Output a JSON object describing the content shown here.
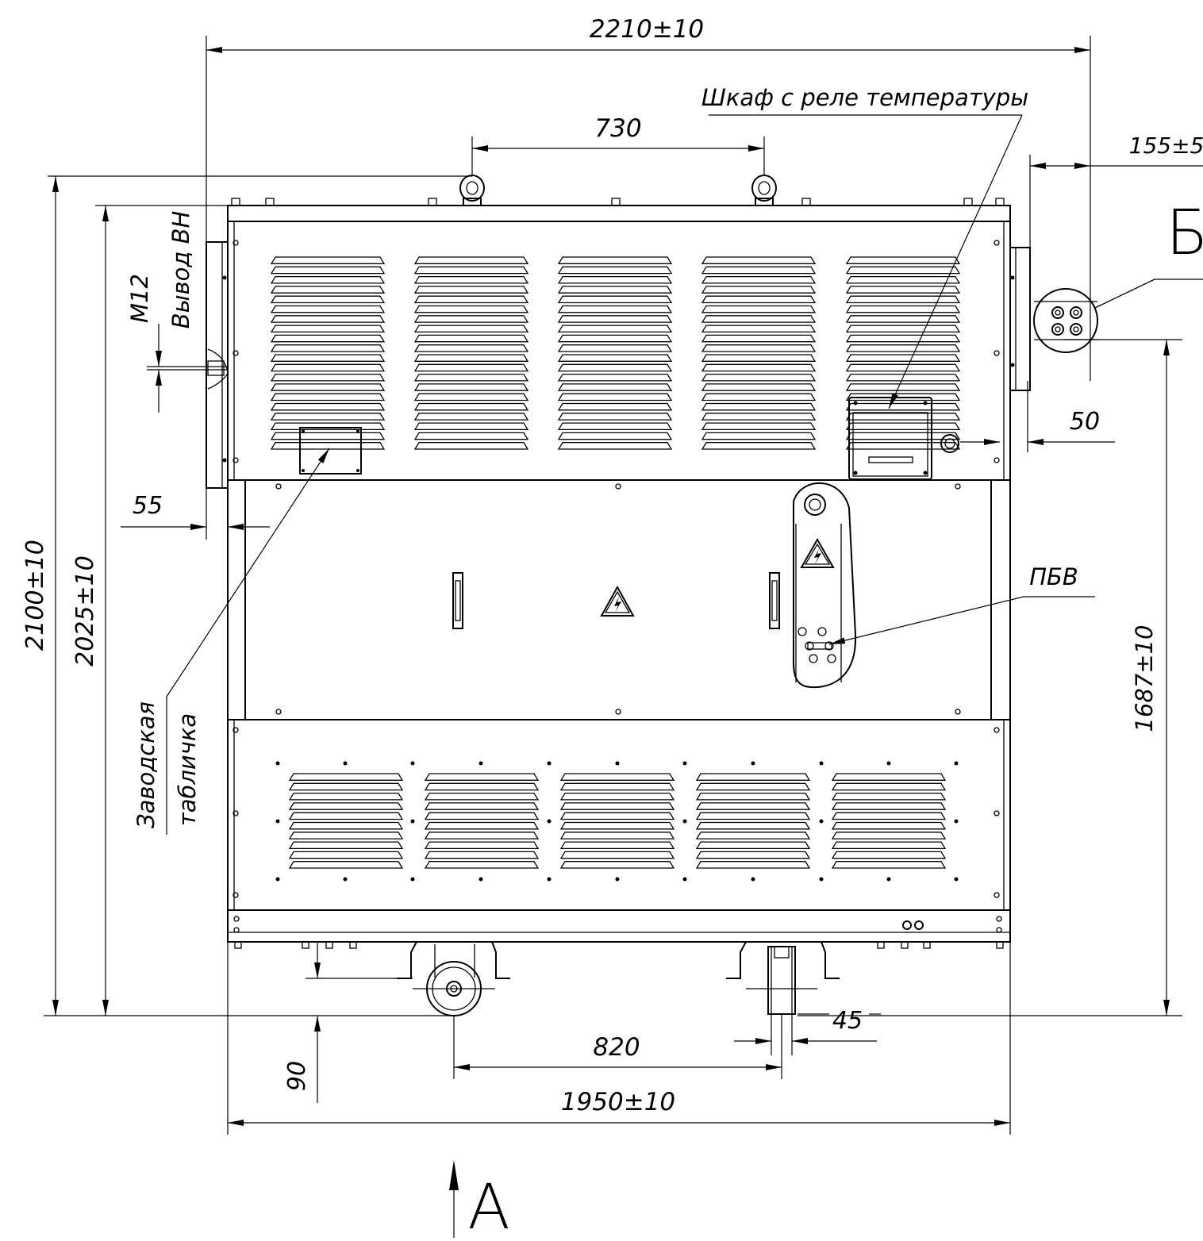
{
  "dimensions": {
    "total_width": "2210±10",
    "lifting_eye_spacing": "730",
    "bus_offset_right": "155±5",
    "total_height": "2100±10",
    "body_height": "2025±10",
    "bus_height": "1687±10",
    "left_offset": "55",
    "right_offset": "50",
    "terminal_size": "M12",
    "bottom_clearance": "90",
    "wheel_track": "820",
    "wheel_width": "45",
    "base_width": "1950±10"
  },
  "labels": {
    "temp_relay_cabinet": "Шкаф с реле температуры",
    "hv_output": "Вывод ВН",
    "nameplate_line1": "Заводская",
    "nameplate_line2": "табличка",
    "tap_changer": "ПБВ"
  },
  "views": {
    "view_a": "А",
    "view_b": "Б"
  }
}
